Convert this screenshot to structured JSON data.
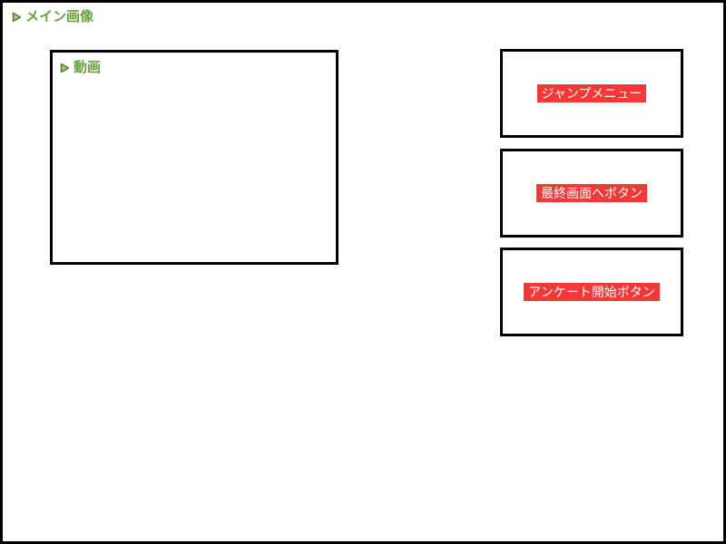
{
  "labels": {
    "main_image": "メイン画像",
    "video": "動画"
  },
  "right_panel": {
    "buttons": [
      {
        "label": "ジャンプメニュー"
      },
      {
        "label": "最終画面へボタン"
      },
      {
        "label": "アンケート開始ボタン"
      }
    ]
  },
  "icons": {
    "marker": "triangle-right-icon"
  },
  "colors": {
    "heading_green": "#68a23f",
    "triangle_fill": "#a9cd7c",
    "triangle_stroke": "#4e7d28",
    "button_red": "#f83737",
    "button_text": "#ffffff",
    "frame_border": "#000000",
    "background": "#ffffff"
  }
}
